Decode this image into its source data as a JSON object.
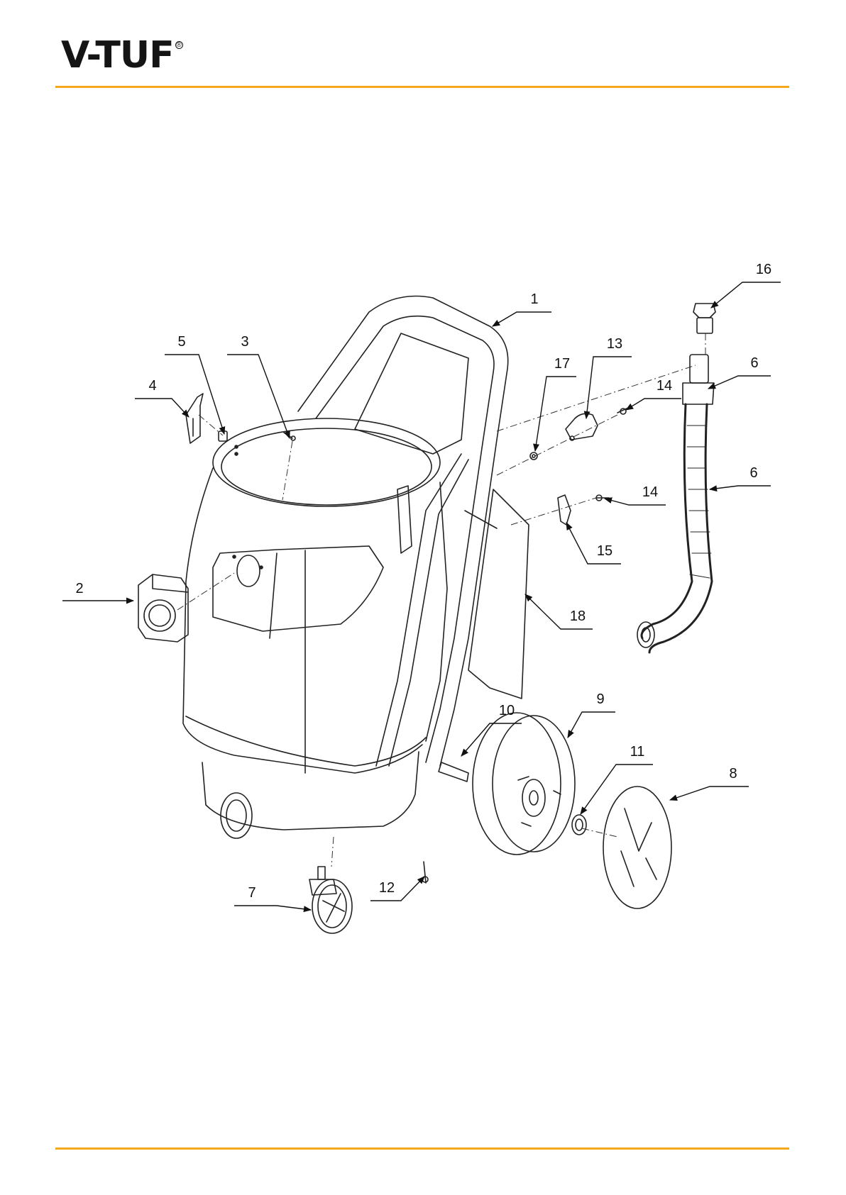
{
  "brand": {
    "logo_text": "V-TUF",
    "registered_mark": "®",
    "accent_color": "#F5A81C"
  },
  "callouts": [
    {
      "id": "1",
      "label": "1"
    },
    {
      "id": "2",
      "label": "2"
    },
    {
      "id": "3",
      "label": "3"
    },
    {
      "id": "4",
      "label": "4"
    },
    {
      "id": "5",
      "label": "5"
    },
    {
      "id": "6a",
      "label": "6"
    },
    {
      "id": "6b",
      "label": "6"
    },
    {
      "id": "7",
      "label": "7"
    },
    {
      "id": "8",
      "label": "8"
    },
    {
      "id": "9",
      "label": "9"
    },
    {
      "id": "10",
      "label": "10"
    },
    {
      "id": "11",
      "label": "11"
    },
    {
      "id": "12",
      "label": "12"
    },
    {
      "id": "13",
      "label": "13"
    },
    {
      "id": "14a",
      "label": "14"
    },
    {
      "id": "14b",
      "label": "14"
    },
    {
      "id": "15",
      "label": "15"
    },
    {
      "id": "16",
      "label": "16"
    },
    {
      "id": "17",
      "label": "17"
    },
    {
      "id": "18",
      "label": "18"
    }
  ]
}
